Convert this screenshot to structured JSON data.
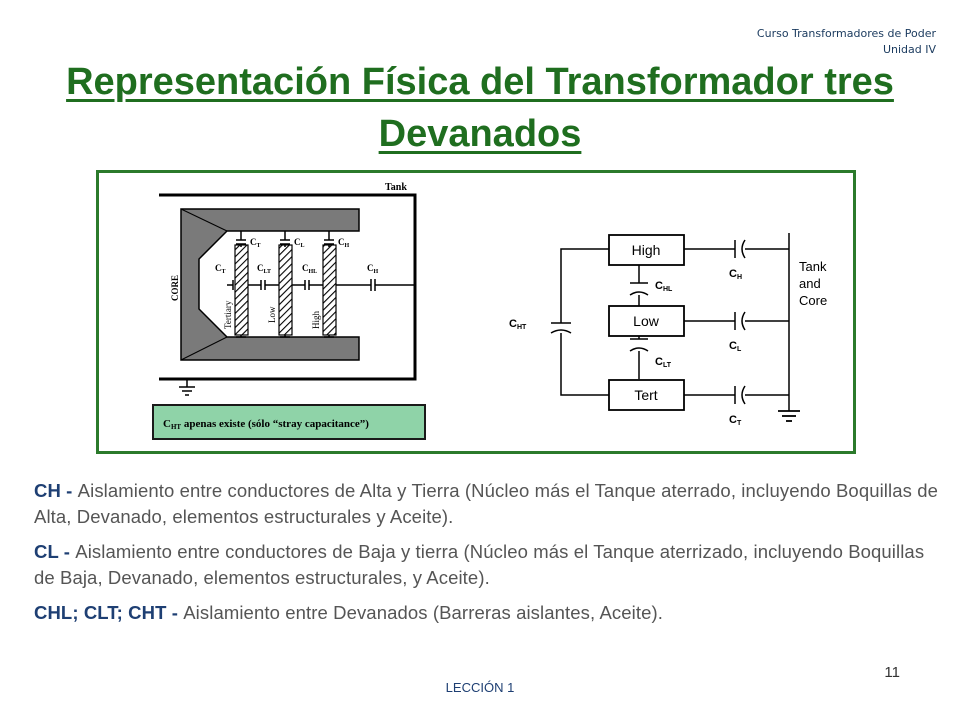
{
  "header": {
    "course": "Curso Transformadores de Poder",
    "unit": "Unidad IV"
  },
  "title": "Representación Física del Transformador tres Devanados",
  "diagram": {
    "physical": {
      "tank": "Tank",
      "core": "CORE",
      "windings": [
        "Tertiary",
        "Low",
        "High"
      ],
      "caps_top": [
        "C",
        "C",
        "C"
      ],
      "caps_top_sub": [
        "T",
        "L",
        "H"
      ],
      "caps_mid": [
        "C",
        "C",
        "C",
        "C"
      ],
      "caps_mid_sub": [
        "T",
        "LT",
        "HL",
        "H"
      ],
      "note_prefix": "C",
      "note_sub": "HT",
      "note_text": " apenas existe (sólo “stray capacitance”)"
    },
    "circuit": {
      "boxes": [
        "High",
        "Low",
        "Tert"
      ],
      "cap_hl": "C",
      "cap_hl_sub": "HL",
      "cap_lt": "C",
      "cap_lt_sub": "LT",
      "cap_ht": "C",
      "cap_ht_sub": "HT",
      "cap_h": "C",
      "cap_h_sub": "H",
      "cap_l": "C",
      "cap_l_sub": "L",
      "cap_t": "C",
      "cap_t_sub": "T",
      "tank_core": [
        "Tank",
        "and",
        "Core"
      ]
    }
  },
  "paragraphs": [
    {
      "term": "CH - ",
      "text": "Aislamiento entre conductores de Alta y Tierra (Núcleo más el Tanque aterrado, incluyendo Boquillas de Alta, Devanado, elementos estructurales y Aceite)."
    },
    {
      "term": "CL - ",
      "text": "Aislamiento entre conductores de Baja y tierra (Núcleo más el Tanque aterrizado, incluyendo Boquillas de Baja, Devanado, elementos estructurales, y Aceite)."
    },
    {
      "term": "CHL; CLT; CHT - ",
      "text": "Aislamiento entre Devanados (Barreras aislantes, Aceite)."
    }
  ],
  "page_number": "11",
  "footer": "LECCIÓN 1",
  "colors": {
    "title": "#1f6e1f",
    "frame": "#2b7a2b",
    "note_bg": "#8fd3a8",
    "term": "#1e3f73"
  }
}
